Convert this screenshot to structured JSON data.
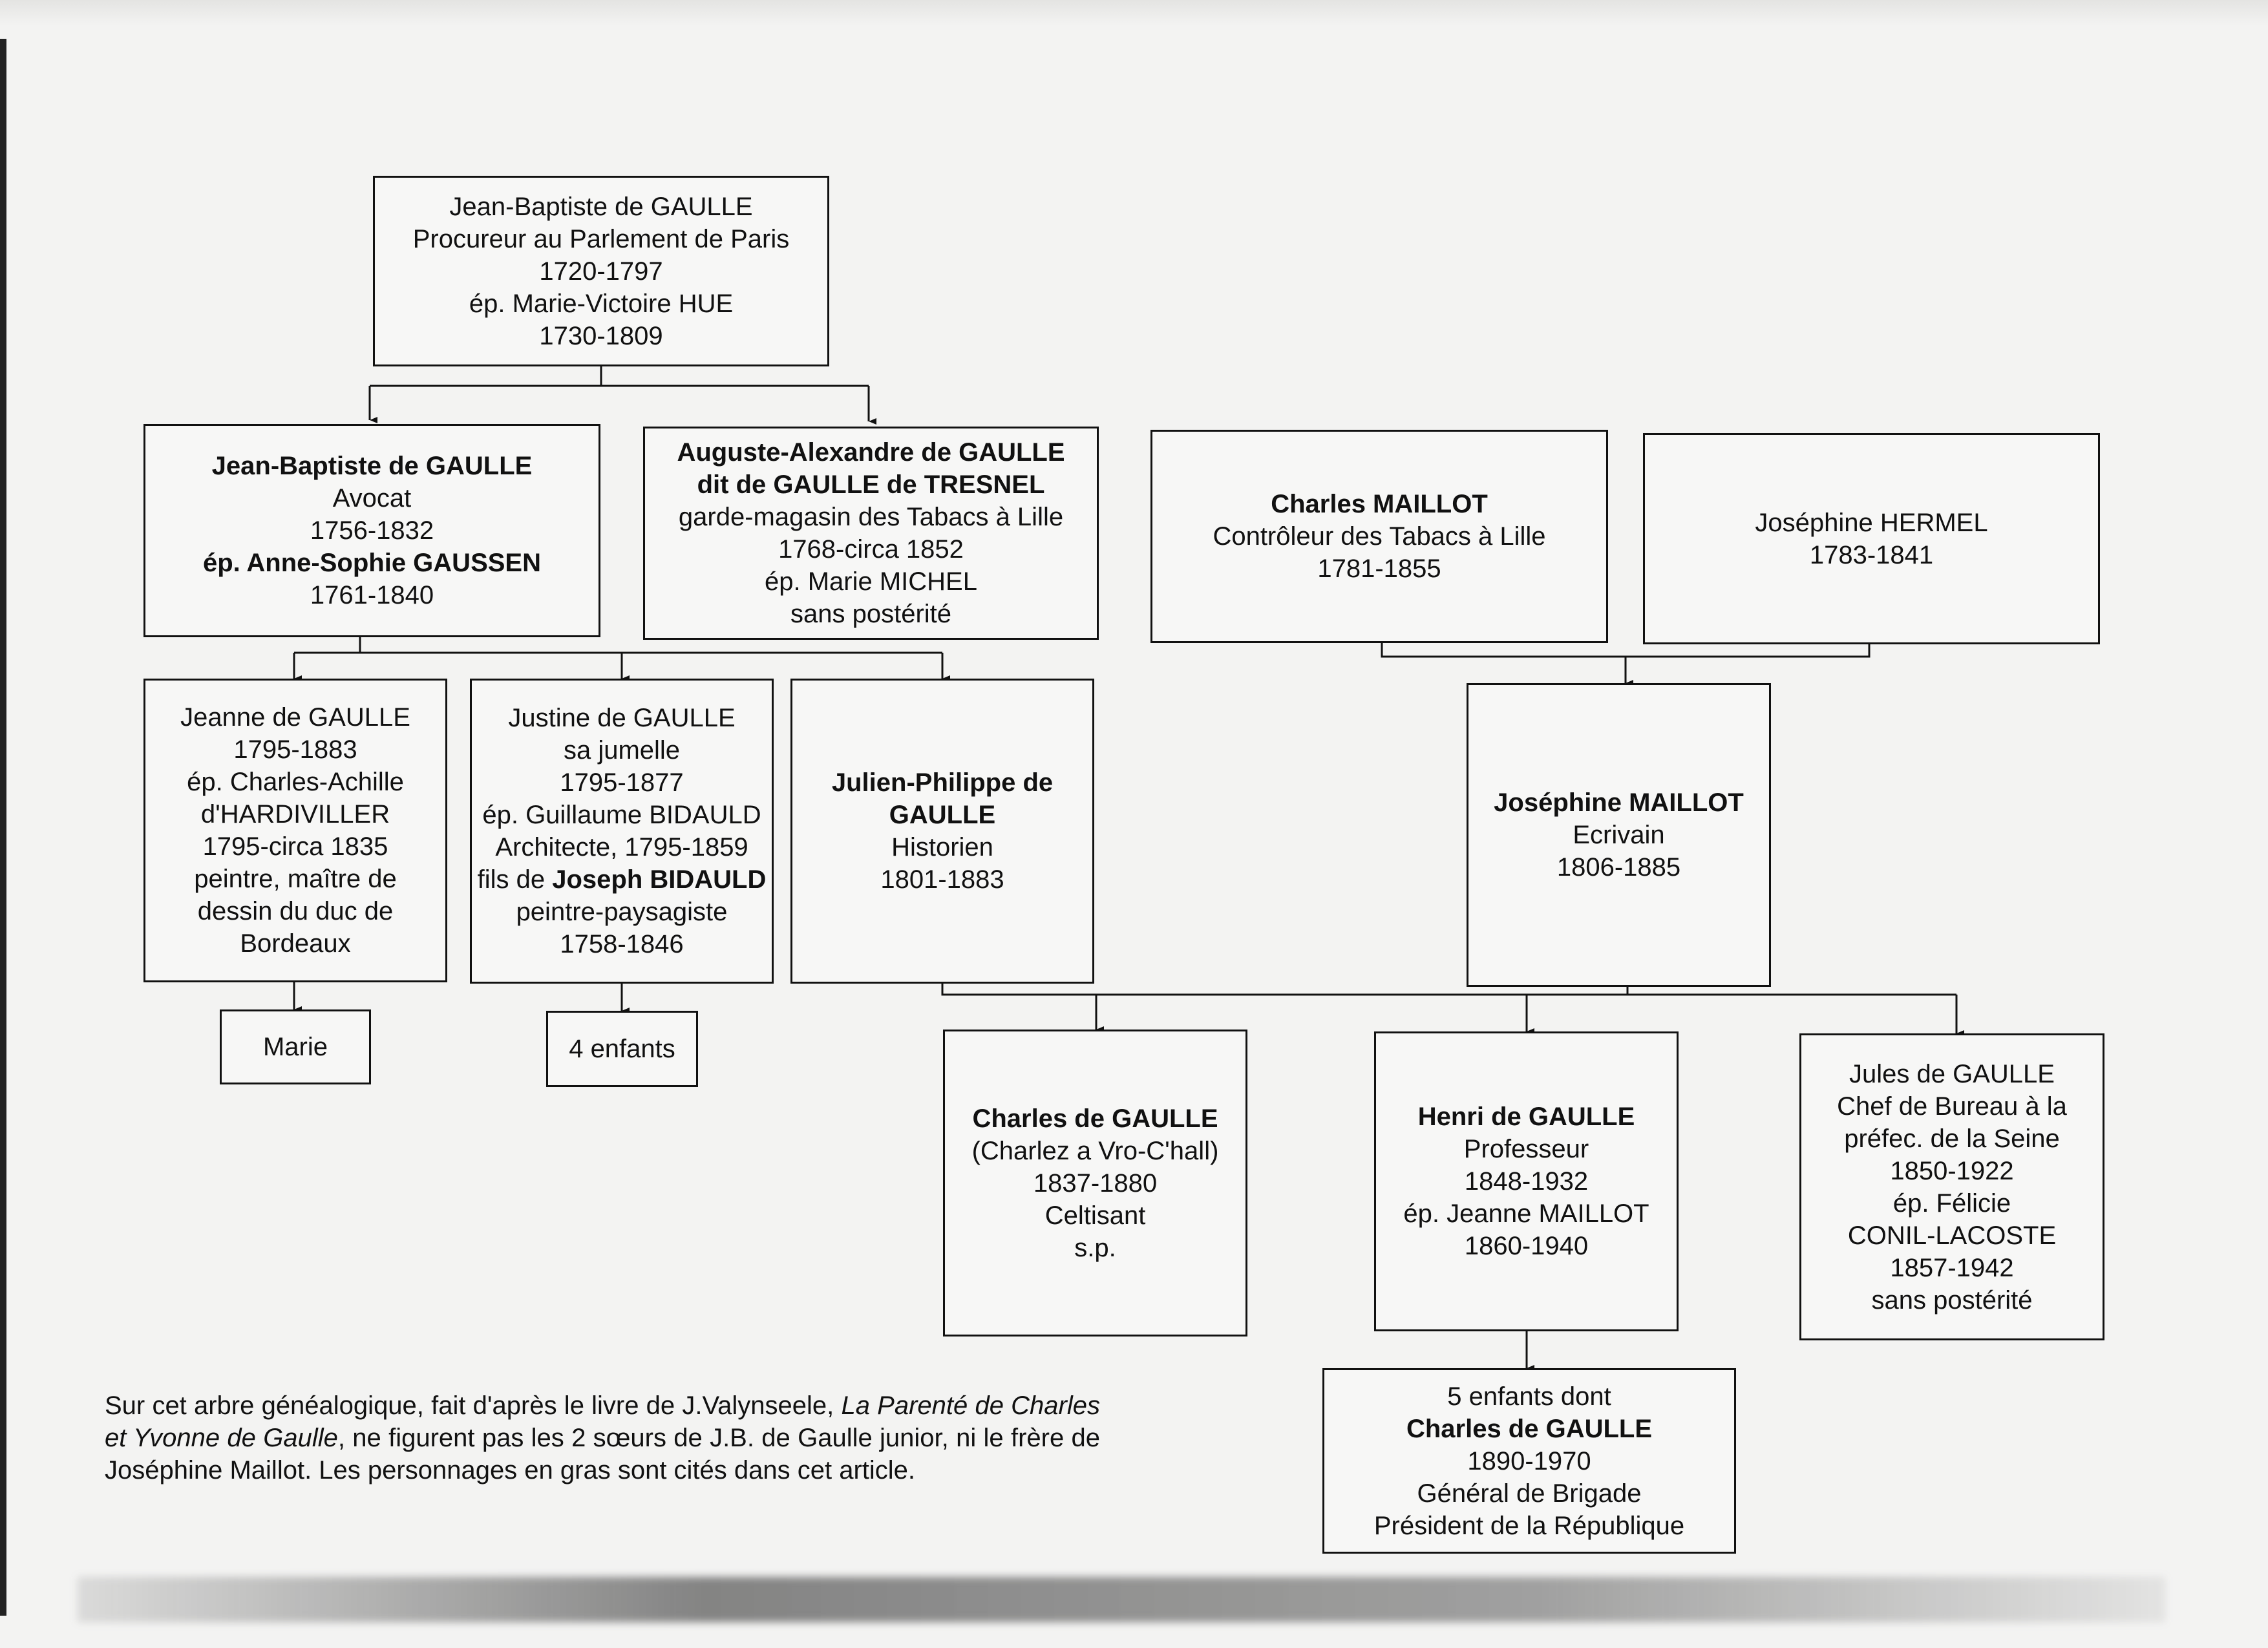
{
  "tree": {
    "nodes": [
      {
        "id": "jb_senior",
        "lines": [
          {
            "text": "Jean-Baptiste de GAULLE",
            "bold": false
          },
          {
            "text": "Procureur au Parlement de Paris",
            "bold": false
          },
          {
            "text": "1720-1797",
            "bold": false
          },
          {
            "text": "ép. Marie-Victoire HUE",
            "bold": false
          },
          {
            "text": "1730-1809",
            "bold": false
          }
        ]
      },
      {
        "id": "jb_junior",
        "lines": [
          {
            "text": "Jean-Baptiste de GAULLE",
            "bold": true
          },
          {
            "text": "Avocat",
            "bold": false
          },
          {
            "text": "1756-1832",
            "bold": false
          },
          {
            "text": "ép. Anne-Sophie GAUSSEN",
            "bold": true
          },
          {
            "text": "1761-1840",
            "bold": false
          }
        ]
      },
      {
        "id": "auguste",
        "lines": [
          {
            "text": "Auguste-Alexandre de GAULLE",
            "bold": true
          },
          {
            "text": "dit de GAULLE de TRESNEL",
            "bold": true
          },
          {
            "text": "garde-magasin des Tabacs à Lille",
            "bold": false
          },
          {
            "text": "1768-circa 1852",
            "bold": false
          },
          {
            "text": "ép. Marie MICHEL",
            "bold": false
          },
          {
            "text": "sans postérité",
            "bold": false
          }
        ]
      },
      {
        "id": "charles_maillot",
        "lines": [
          {
            "text": "Charles MAILLOT",
            "bold": true
          },
          {
            "text": "Contrôleur des Tabacs à Lille",
            "bold": false
          },
          {
            "text": "1781-1855",
            "bold": false
          }
        ]
      },
      {
        "id": "josephine_hermel",
        "lines": [
          {
            "text": "Joséphine HERMEL",
            "bold": false
          },
          {
            "text": "1783-1841",
            "bold": false
          }
        ]
      },
      {
        "id": "jeanne",
        "lines": [
          {
            "text": "Jeanne de GAULLE",
            "bold": false
          },
          {
            "text": "1795-1883",
            "bold": false
          },
          {
            "text": "ép. Charles-Achille",
            "bold": false
          },
          {
            "text": "d'HARDIVILLER",
            "bold": false
          },
          {
            "text": "1795-circa 1835",
            "bold": false
          },
          {
            "text": "peintre, maître de",
            "bold": false
          },
          {
            "text": "dessin du duc de",
            "bold": false
          },
          {
            "text": "Bordeaux",
            "bold": false
          }
        ]
      },
      {
        "id": "justine",
        "lines": [
          {
            "text": "Justine de GAULLE",
            "bold": false
          },
          {
            "text": "sa jumelle",
            "bold": false
          },
          {
            "text": "1795-1877",
            "bold": false
          },
          {
            "text": "ép. Guillaume BIDAULD",
            "bold": false
          },
          {
            "text": "Architecte, 1795-1859",
            "bold": false
          },
          {
            "text": "fils de Joseph BIDAULD",
            "bold": false,
            "bold_part": "Joseph BIDAULD"
          },
          {
            "text": "peintre-paysagiste",
            "bold": false
          },
          {
            "text": "1758-1846",
            "bold": false
          }
        ]
      },
      {
        "id": "julien",
        "lines": [
          {
            "text": "Julien-Philippe de",
            "bold": true
          },
          {
            "text": "GAULLE",
            "bold": true
          },
          {
            "text": "Historien",
            "bold": false
          },
          {
            "text": "1801-1883",
            "bold": false
          }
        ]
      },
      {
        "id": "josephine_maillot",
        "lines": [
          {
            "text": "Joséphine MAILLOT",
            "bold": true
          },
          {
            "text": "Ecrivain",
            "bold": false
          },
          {
            "text": "1806-1885",
            "bold": false
          }
        ]
      },
      {
        "id": "marie",
        "lines": [
          {
            "text": "Marie",
            "bold": false
          }
        ]
      },
      {
        "id": "four_children",
        "lines": [
          {
            "text": "4 enfants",
            "bold": false
          }
        ]
      },
      {
        "id": "charles_celt",
        "lines": [
          {
            "text": "Charles de GAULLE",
            "bold": true
          },
          {
            "text": "(Charlez a Vro-C'hall)",
            "bold": false
          },
          {
            "text": "1837-1880",
            "bold": false
          },
          {
            "text": "Celtisant",
            "bold": false
          },
          {
            "text": "s.p.",
            "bold": false
          }
        ]
      },
      {
        "id": "henri",
        "lines": [
          {
            "text": "Henri de GAULLE",
            "bold": true
          },
          {
            "text": "Professeur",
            "bold": false
          },
          {
            "text": "1848-1932",
            "bold": false
          },
          {
            "text": "ép. Jeanne MAILLOT",
            "bold": false
          },
          {
            "text": "1860-1940",
            "bold": false
          }
        ]
      },
      {
        "id": "jules",
        "lines": [
          {
            "text": "Jules de GAULLE",
            "bold": false
          },
          {
            "text": "Chef de Bureau à la",
            "bold": false
          },
          {
            "text": "préfec. de la Seine",
            "bold": false
          },
          {
            "text": "1850-1922",
            "bold": false
          },
          {
            "text": "ép. Félicie",
            "bold": false
          },
          {
            "text": "CONIL-LACOSTE",
            "bold": false
          },
          {
            "text": "1857-1942",
            "bold": false
          },
          {
            "text": "sans postérité",
            "bold": false
          }
        ]
      },
      {
        "id": "five_children",
        "lines": [
          {
            "text": "5 enfants dont",
            "bold": false
          },
          {
            "text": "Charles de GAULLE",
            "bold": true
          },
          {
            "text": "1890-1970",
            "bold": false
          },
          {
            "text": "Général de Brigade",
            "bold": false
          },
          {
            "text": "Président de la République",
            "bold": false
          }
        ]
      }
    ]
  },
  "caption": {
    "part1": "Sur cet arbre généalogique, fait d'après le livre de J.Valynseele, ",
    "book_title": "La Parenté de Charles et Yvonne de Gaulle",
    "part2": ", ne figurent pas les 2 sœurs de J.B. de Gaulle junior, ni le frère de Joséphine Maillot. Les personnages en gras sont cités dans cet article."
  }
}
